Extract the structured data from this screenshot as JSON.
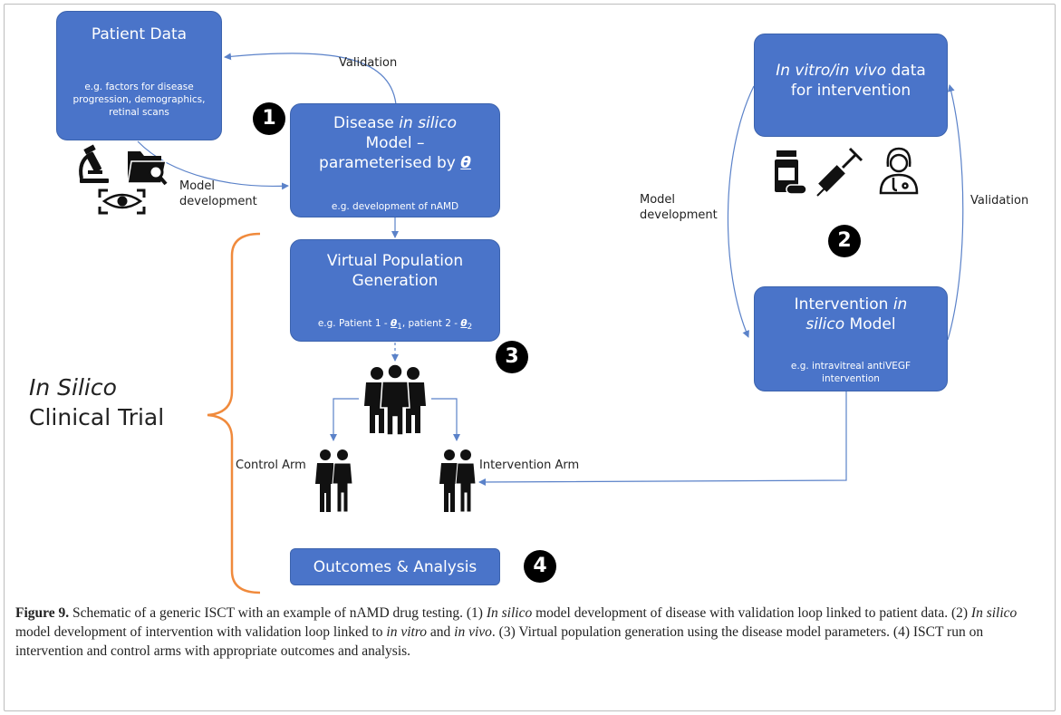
{
  "boxes": {
    "patient_data": {
      "title": "Patient Data",
      "subtitle": "e.g. factors for disease progression, demographics, retinal scans"
    },
    "disease_model": {
      "line1_pre": "Disease ",
      "line1_em": "in silico",
      "line2": "Model –",
      "line3_pre": "parameterised by ",
      "theta": "θ",
      "subtitle": "e.g. development of nAMD"
    },
    "virtual_population": {
      "title": "Virtual Population Generation",
      "sub_pre": "e.g. Patient 1 - ",
      "theta1": "θ",
      "sub1": "1",
      "sub_mid": ", patient 2 - ",
      "theta2": "θ",
      "sub2": "2"
    },
    "invitro_data": {
      "em": "In vitro/in vivo",
      "rest": " data",
      "line2": "for intervention"
    },
    "intervention_model": {
      "line1_pre": "Intervention ",
      "line1_em": "in",
      "line2_em": "silico",
      "line2_post": " Model",
      "subtitle": "e.g. intravitreal antiVEGF intervention"
    },
    "outcomes": {
      "title": "Outcomes & Analysis"
    }
  },
  "badges": [
    "1",
    "2",
    "3",
    "4"
  ],
  "labels": {
    "validation_top": "Validation",
    "model_development_left": "Model development",
    "model_development_right": "Model development",
    "validation_right": "Validation",
    "control_arm": "Control Arm",
    "intervention_arm": "Intervention Arm"
  },
  "trial": {
    "line1": "In Silico",
    "line2": "Clinical Trial"
  },
  "icons": [
    "microscope-icon",
    "folder-search-icon",
    "eye-scan-icon",
    "medicine-bottle-icon",
    "syringe-icon",
    "doctor-icon",
    "population-icon",
    "control-arm-people-icon",
    "intervention-arm-people-icon"
  ],
  "colors": {
    "box": "#4a74c9",
    "arrow": "#5b82c9",
    "bracket": "#f08a3c"
  },
  "caption": {
    "label": "Figure 9.",
    "p1": " Schematic of a generic ISCT with an example of nAMD drug testing. (1) ",
    "e1": "In silico",
    "p2": " model development of disease with validation loop linked to patient data. (2) ",
    "e2": "In silico",
    "p3": " model development of intervention with validation loop linked to ",
    "e3": "in vitro",
    "p4": " and ",
    "e4": "in vivo",
    "p5": ". (3) Virtual population generation using the disease model parameters. (4) ISCT run on intervention and control arms with appropriate outcomes and analysis."
  }
}
